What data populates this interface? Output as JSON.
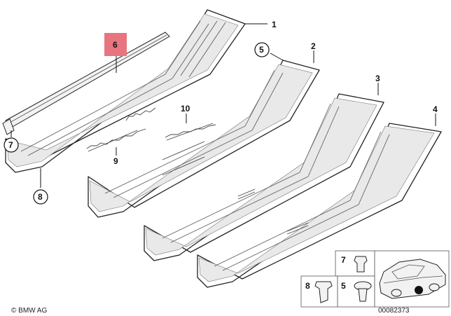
{
  "callouts": {
    "c1": "1",
    "c2": "2",
    "c3": "3",
    "c4": "4",
    "c5": "5",
    "c6": "6",
    "c7": "7",
    "c8": "8",
    "c9": "9",
    "c10": "10"
  },
  "inset": {
    "label_7": "7",
    "label_8": "8",
    "label_5": "5"
  },
  "footer": {
    "brand": "© BMW AG",
    "diagram_number": "00082373"
  },
  "colors": {
    "highlight": "#e8747f",
    "line": "#222222"
  }
}
